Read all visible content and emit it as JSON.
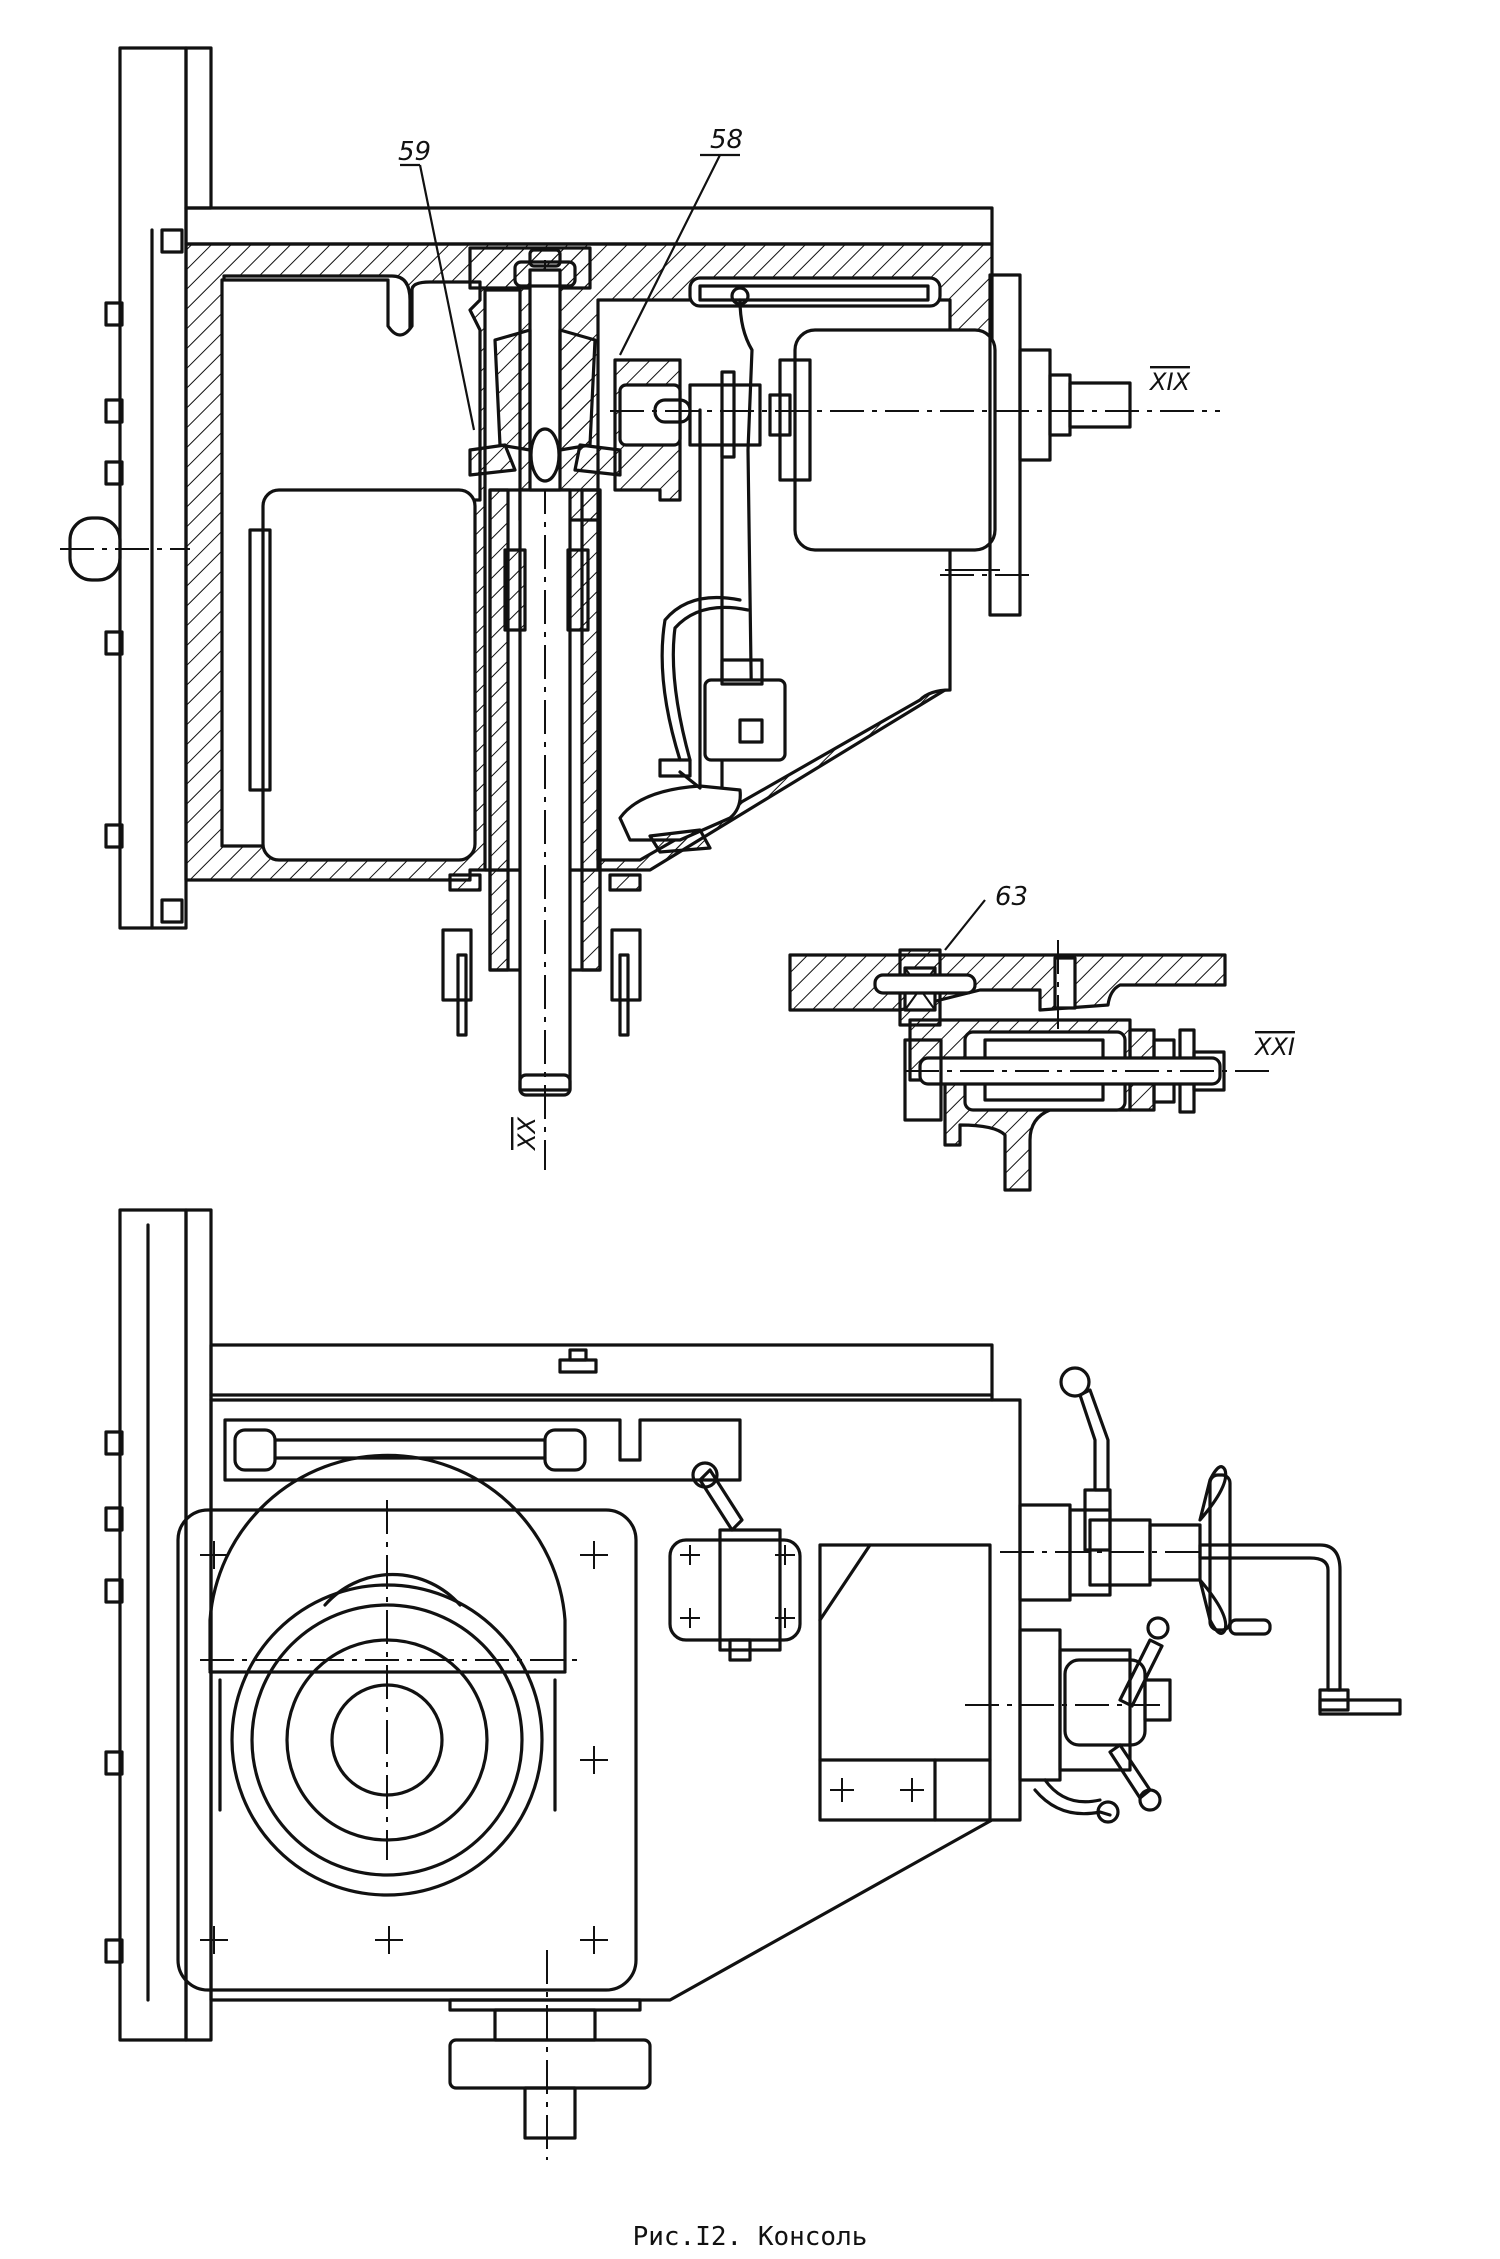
{
  "callouts": {
    "c59": "59",
    "c58": "58",
    "c63": "63"
  },
  "sections": {
    "s19": "XIX",
    "s20": "XX",
    "s21": "XXI"
  },
  "caption": "Рис.I2. Консоль"
}
